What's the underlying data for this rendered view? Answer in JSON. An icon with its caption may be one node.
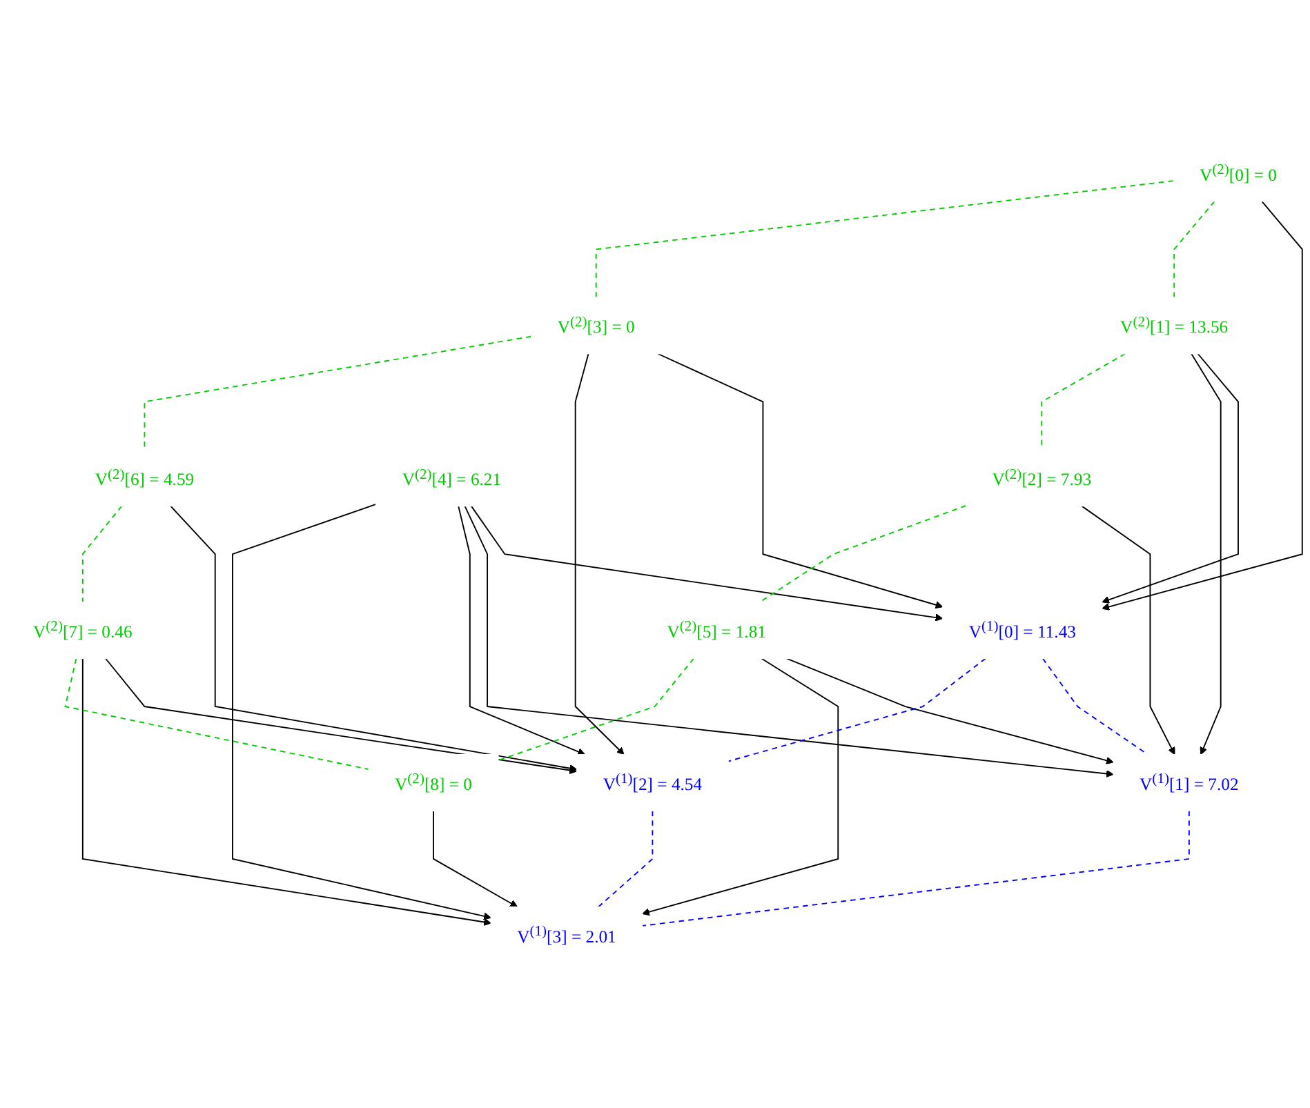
{
  "diagram": {
    "nodes": [
      {
        "text": [
          "V$^{(2)}$[0] = 0"
        ]
      },
      {
        "text": [
          "V$^{(2)}$[1] = 13.56"
        ]
      },
      {
        "text": [
          "V$^{(2)}$[2] = 7.93"
        ]
      },
      {
        "text": [
          "V$^{(1)}$[0] = 11.43"
        ]
      },
      {
        "text": [
          "V$^{(1)}$[1] = 7.02"
        ]
      },
      {
        "text": [
          "V$^{(2)}$[3] = 0"
        ]
      },
      {
        "text": [
          "V$^{(2)}$[4] = 6.21"
        ]
      },
      {
        "text": [
          "V$^{(2)}$[5] = 1.81"
        ]
      },
      {
        "text": [
          "V$^{(1)}$[2] = 4.54"
        ]
      },
      {
        "text": [
          "V$^{(1)}$[3] = 2.01"
        ]
      },
      {
        "text": [
          "V$^{(2)}$[6] = 4.59"
        ]
      },
      {
        "text": [
          "V$^{(2)}$[7] = 0.46"
        ]
      },
      {
        "text": [
          "V$^{(2)}$[8] = 0"
        ]
      }
    ],
    "edges": [
      {
        "from": 0,
        "to": 3,
        "arrow": "to"
      },
      {
        "from": 1,
        "to": 3,
        "arrow": "to"
      },
      {
        "from": 1,
        "to": 4,
        "arrow": "to"
      },
      {
        "from": 2,
        "to": 4,
        "arrow": "to"
      },
      {
        "from": 5,
        "to": 3,
        "arrow": "to"
      },
      {
        "from": 6,
        "to": 3,
        "arrow": "to"
      },
      {
        "from": 6,
        "to": 4,
        "arrow": "to"
      },
      {
        "from": 7,
        "to": 4,
        "arrow": "to"
      },
      {
        "from": 5,
        "to": 8,
        "arrow": "to"
      },
      {
        "from": 6,
        "to": 8,
        "arrow": "to"
      },
      {
        "from": 6,
        "to": 9,
        "arrow": "to"
      },
      {
        "from": 7,
        "to": 9,
        "arrow": "to"
      },
      {
        "from": 10,
        "to": 8,
        "arrow": "to"
      },
      {
        "from": 11,
        "to": 8,
        "arrow": "to"
      },
      {
        "from": 11,
        "to": 9,
        "arrow": "to"
      },
      {
        "from": 12,
        "to": 9,
        "arrow": "to"
      },
      {
        "from": 0,
        "to": 1,
        "arrow": "none",
        "style": "dashed",
        "color": "#00cc00"
      },
      {
        "from": 1,
        "to": 2,
        "arrow": "none",
        "style": "dashed",
        "color": "#00cc00"
      },
      {
        "from": 0,
        "to": 5,
        "arrow": "none",
        "style": "dashed",
        "color": "#00cc00"
      },
      {
        "from": 5,
        "to": 10,
        "arrow": "none",
        "style": "dashed",
        "color": "#00cc00"
      },
      {
        "from": 2,
        "to": 7,
        "arrow": "none",
        "style": "dashed",
        "color": "#00cc00"
      },
      {
        "from": 7,
        "to": 12,
        "arrow": "none",
        "style": "dashed",
        "color": "#00cc00"
      },
      {
        "from": 10,
        "to": 11,
        "arrow": "none",
        "style": "dashed",
        "color": "#00cc00"
      },
      {
        "from": 11,
        "to": 12,
        "arrow": "none",
        "style": "dashed",
        "color": "#00cc00"
      },
      {
        "from": 3,
        "to": 4,
        "arrow": "none",
        "style": "dashed",
        "color": "#0000ff"
      },
      {
        "from": 3,
        "to": 8,
        "arrow": "none",
        "style": "dashed",
        "color": "#0000ff"
      },
      {
        "from": 4,
        "to": 9,
        "arrow": "none",
        "style": "dashed",
        "color": "#0000ff"
      },
      {
        "from": 8,
        "to": 9,
        "arrow": "none",
        "style": "dashed",
        "color": "#0000ff"
      }
    ]
  }
}
